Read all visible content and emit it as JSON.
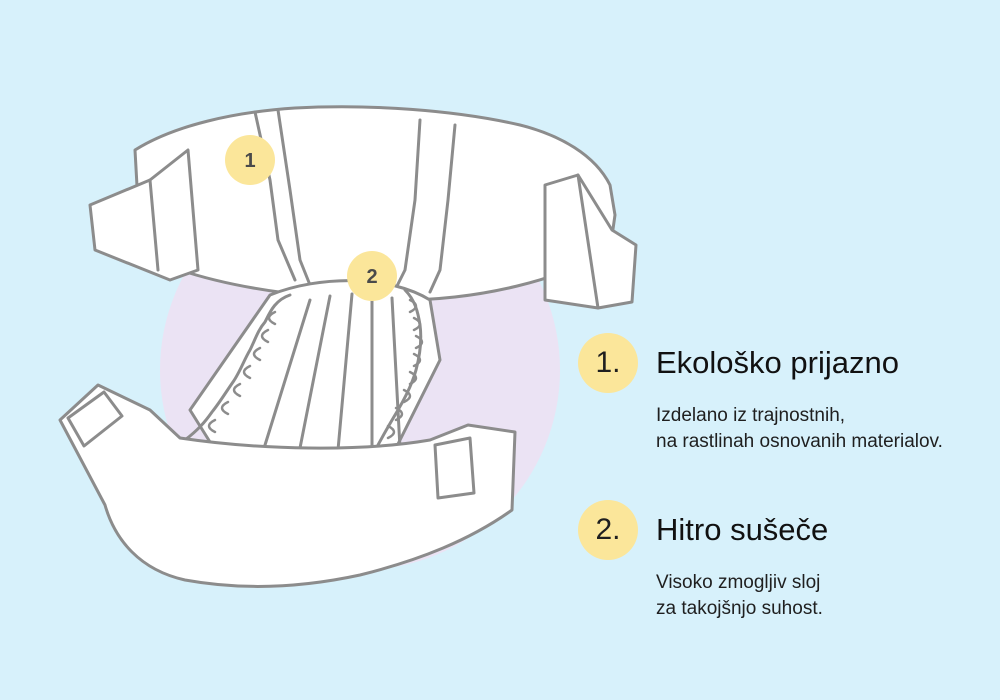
{
  "markers": [
    {
      "number": "1"
    },
    {
      "number": "2"
    }
  ],
  "features": [
    {
      "badge": "1.",
      "title": "Ekološko prijazno",
      "description_lines": [
        "Izdelano iz trajnostnih,",
        "na rastlinah osnovanih materialov."
      ]
    },
    {
      "badge": "2.",
      "title": "Hitro sušeče",
      "description_lines": [
        "Visoko zmogljiv sloj",
        "za takojšnjo suhost."
      ]
    }
  ],
  "colors": {
    "background": "#d7f1fb",
    "badge": "#fbe69a",
    "blob": "#ebe3f4",
    "diaper_fill": "#ffffff",
    "diaper_stroke": "#8c8c8c"
  }
}
